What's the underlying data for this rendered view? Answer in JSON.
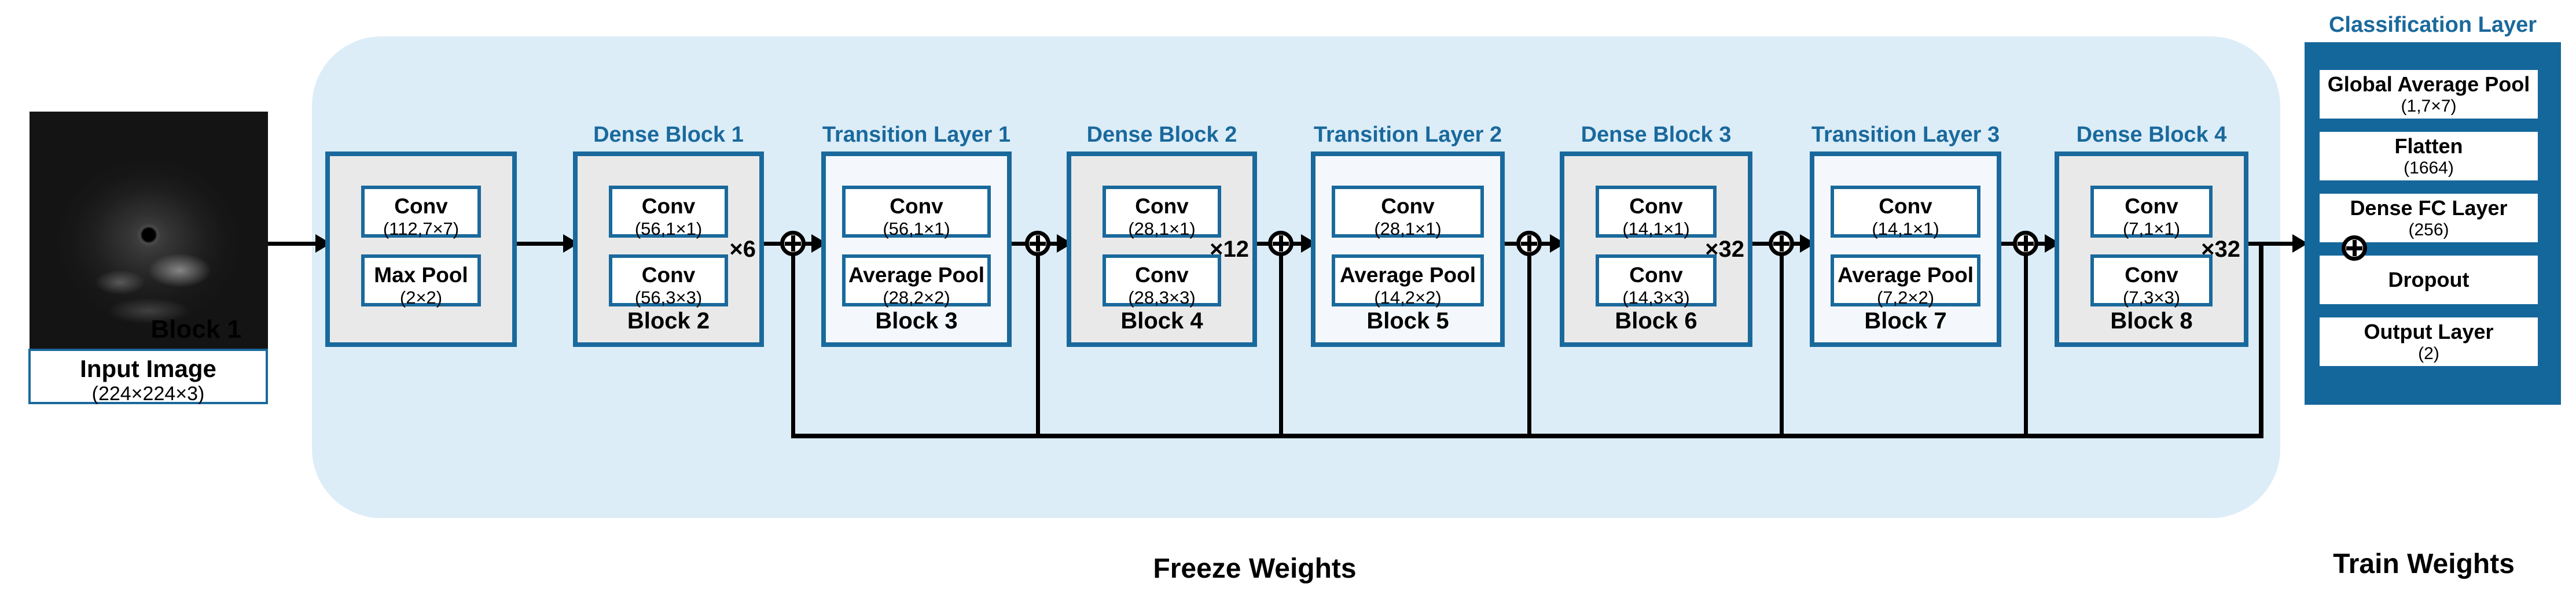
{
  "input": {
    "tag": "Block 1",
    "label": "Input Image",
    "dims": "(224×224×3)"
  },
  "freeze_label": "Freeze Weights",
  "train_label": "Train Weights",
  "blocks": [
    {
      "kind": "stem",
      "title": "",
      "label": "",
      "mult": "",
      "layers": [
        {
          "name": "Conv",
          "params": "(112,7×7)"
        },
        {
          "name": "Max Pool",
          "params": "(2×2)"
        }
      ]
    },
    {
      "kind": "dense",
      "title": "Dense Block 1",
      "label": "Block 2",
      "mult": "×6",
      "layers": [
        {
          "name": "Conv",
          "params": "(56,1×1)"
        },
        {
          "name": "Conv",
          "params": "(56,3×3)"
        }
      ]
    },
    {
      "kind": "transition",
      "title": "Transition Layer 1",
      "label": "Block 3",
      "mult": "",
      "layers": [
        {
          "name": "Conv",
          "params": "(56,1×1)"
        },
        {
          "name": "Average Pool",
          "params": "(28,2×2)"
        }
      ]
    },
    {
      "kind": "dense",
      "title": "Dense Block 2",
      "label": "Block 4",
      "mult": "×12",
      "layers": [
        {
          "name": "Conv",
          "params": "(28,1×1)"
        },
        {
          "name": "Conv",
          "params": "(28,3×3)"
        }
      ]
    },
    {
      "kind": "transition",
      "title": "Transition Layer 2",
      "label": "Block 5",
      "mult": "",
      "layers": [
        {
          "name": "Conv",
          "params": "(28,1×1)"
        },
        {
          "name": "Average Pool",
          "params": "(14,2×2)"
        }
      ]
    },
    {
      "kind": "dense",
      "title": "Dense Block 3",
      "label": "Block 6",
      "mult": "×32",
      "layers": [
        {
          "name": "Conv",
          "params": "(14,1×1)"
        },
        {
          "name": "Conv",
          "params": "(14,3×3)"
        }
      ]
    },
    {
      "kind": "transition",
      "title": "Transition Layer 3",
      "label": "Block 7",
      "mult": "",
      "layers": [
        {
          "name": "Conv",
          "params": "(14,1×1)"
        },
        {
          "name": "Average Pool",
          "params": "(7,2×2)"
        }
      ]
    },
    {
      "kind": "dense",
      "title": "Dense Block 4",
      "label": "Block 8",
      "mult": "×32",
      "layers": [
        {
          "name": "Conv",
          "params": "(7,1×1)"
        },
        {
          "name": "Conv",
          "params": "(7,3×3)"
        }
      ]
    }
  ],
  "classification": {
    "title": "Classification Layer",
    "layers": [
      {
        "name": "Global Average Pool",
        "params": "(1,7×7)"
      },
      {
        "name": "Flatten",
        "params": "(1664)"
      },
      {
        "name": "Dense FC Layer",
        "params": "(256)"
      },
      {
        "name": "Dropout",
        "params": ""
      },
      {
        "name": "Output Layer",
        "params": "(2)"
      }
    ]
  },
  "colors": {
    "accent": "#1a699c",
    "container_bg": "#dcedf8",
    "dense_bg": "#e9e9e9",
    "transition_bg": "#f4f8fc",
    "classification_bg": "#14679b"
  }
}
